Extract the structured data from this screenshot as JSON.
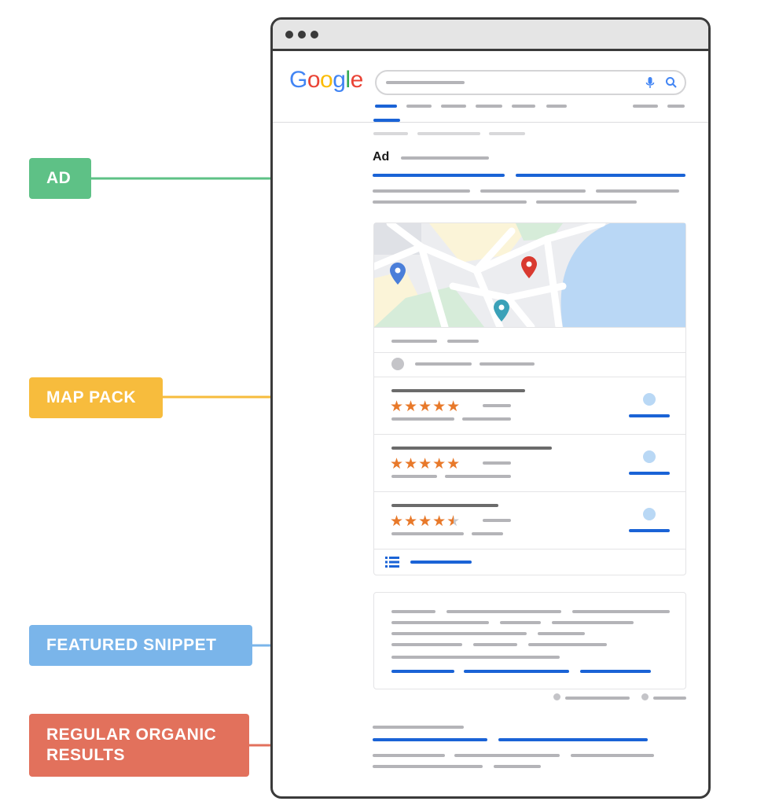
{
  "labels": {
    "ad": "AD",
    "map_pack": "MAP PACK",
    "featured_snippet": "FEATURED SNIPPET",
    "organic_line1": "REGULAR ORGANIC",
    "organic_line2": "RESULTS"
  },
  "serp": {
    "logo_letters": [
      {
        "ch": "G",
        "color": "#4285F4"
      },
      {
        "ch": "o",
        "color": "#EA4335"
      },
      {
        "ch": "o",
        "color": "#FBBC05"
      },
      {
        "ch": "g",
        "color": "#4285F4"
      },
      {
        "ch": "l",
        "color": "#34A853"
      },
      {
        "ch": "e",
        "color": "#EA4335"
      }
    ],
    "ad_tag": "Ad",
    "ratings": [
      5,
      5,
      4.5
    ]
  },
  "colors": {
    "ad": "#5ec186",
    "map_pack": "#f7bc3d",
    "featured_snippet": "#7ab5ea",
    "organic": "#e2715c",
    "link_blue": "#1a63d6",
    "star_orange": "#e8792a"
  },
  "icons": [
    "microphone-icon",
    "search-icon",
    "map-pin-icon",
    "list-icon",
    "star-icon"
  ]
}
